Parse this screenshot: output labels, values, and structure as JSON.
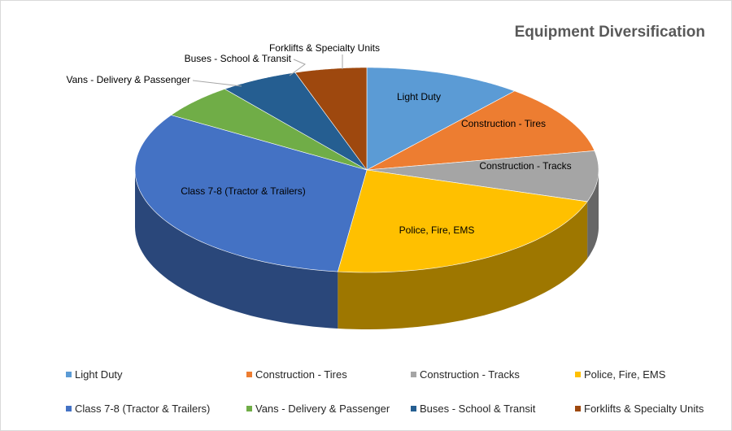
{
  "chart_data": {
    "type": "pie",
    "style": "3d",
    "title": "Equipment Diversification",
    "legend_position": "bottom",
    "unit_note_values_are_estimated_percent": true,
    "categories": [
      "Light Duty",
      "Construction - Tires",
      "Construction - Tracks",
      "Police, Fire, EMS",
      "Class 7-8 (Tractor & Trailers)",
      "Vans - Delivery & Passenger",
      "Buses - School & Transit",
      "Forklifts & Specialty Units"
    ],
    "values": [
      11,
      11,
      8,
      22,
      32,
      5.5,
      5.5,
      5
    ],
    "colors": [
      "#5b9bd5",
      "#ed7d31",
      "#a5a5a5",
      "#ffc000",
      "#4472c4",
      "#70ad47",
      "#255e91",
      "#9e480e"
    ]
  }
}
